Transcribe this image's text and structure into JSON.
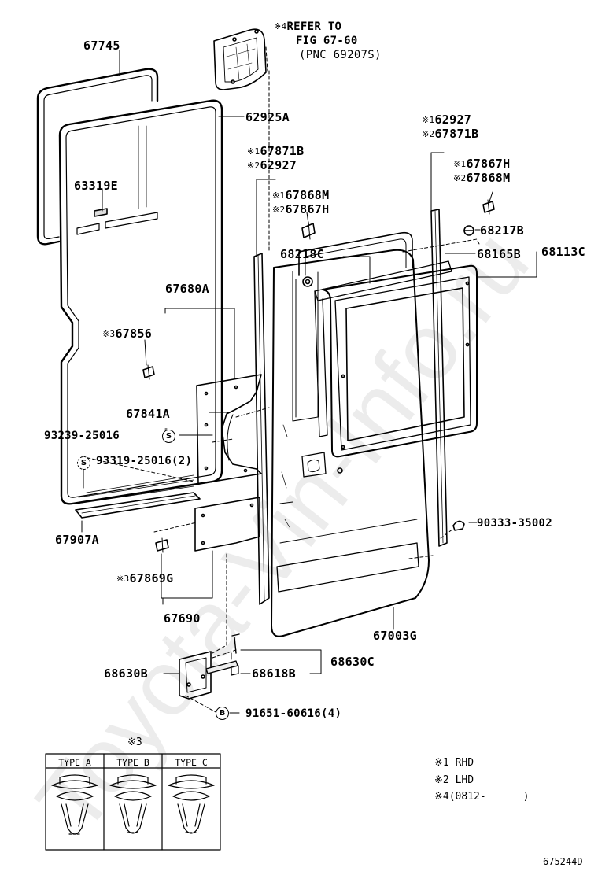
{
  "labels": {
    "p67745": "67745",
    "p62925A": "62925A",
    "p63319E": "63319E",
    "p67680A": "67680A",
    "p67856": "67856",
    "p67841A": "67841A",
    "p93239": "93239-25016",
    "p93319": "93319-25016(2)",
    "p67907A": "67907A",
    "p67869G": "67869G",
    "p67690": "67690",
    "p68630B": "68630B",
    "p68618B": "68618B",
    "p68630C": "68630C",
    "p91651": "91651-60616(4)",
    "p67003G": "67003G",
    "p90333": "90333-35002",
    "p68113C": "68113C",
    "p68165B": "68165B",
    "p68217B": "68217B",
    "p68218C": "68218C",
    "p62927_r": "62927",
    "p67871B_r": "67871B",
    "p67867H_r": "67867H",
    "p67868M_r": "67868M",
    "p67871B_l": "67871B",
    "p62927_l": "62927",
    "p67868M_l": "67868M",
    "p67867H_l": "67867H"
  },
  "marks": {
    "m1": "※1",
    "m2": "※2",
    "m3": "※3",
    "m4": "※4",
    "m3_head": "※3"
  },
  "circle_marks": {
    "s": "S",
    "b": "B"
  },
  "refer": {
    "line1": "REFER TO",
    "line2": "FIG 67-60",
    "line3": "(PNC 69207S)"
  },
  "type_table": {
    "headers": [
      "TYPE A",
      "TYPE B",
      "TYPE C"
    ]
  },
  "legend": [
    {
      "mark": "※1",
      "text": "RHD"
    },
    {
      "mark": "※2",
      "text": "LHD"
    },
    {
      "mark": "※4",
      "text": "(0812-      )"
    }
  ],
  "diagram_id": "675244D",
  "watermark": "Toyota-Vin-Info.ru"
}
